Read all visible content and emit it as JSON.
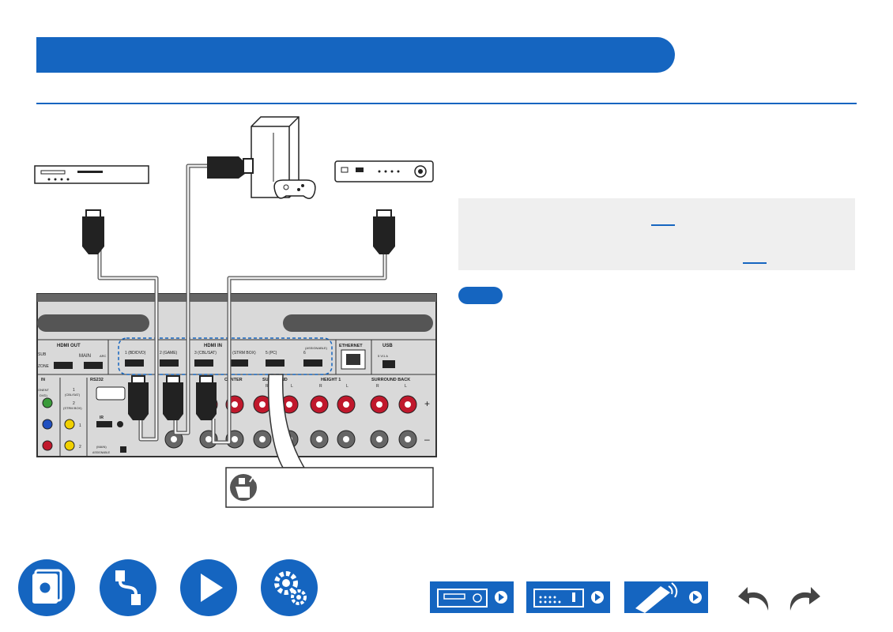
{
  "diagram": {
    "hdmi_out_label": "HDMI OUT",
    "hdmi_in_label": "HDMI IN",
    "assignable_label": "(ASSIGNABLE)",
    "ethernet_label": "ETHERNET",
    "usb_label": "USB",
    "usb_rating": "5 V/1 A",
    "main_label": "MAIN",
    "arc_label": "ARC",
    "sub_label": "SUB",
    "zone_label": "ZONE",
    "hdmi_in_ports": [
      "1 (BD/DVD)",
      "2 (GAME)",
      "3 (CBL/SAT)",
      "4 (STRM BOX)",
      "5 (PC)",
      "6"
    ],
    "rs232_label": "RS232",
    "ir_label": "IR",
    "in_label": "IN",
    "component_label": "ONENT",
    "component_sub": "DVD)",
    "component_in1": "1",
    "component_in1_sub": "(CBL/SAT)",
    "component_in2": "2",
    "component_in2_sub": "(STRM BOX)",
    "jack1": "1",
    "jack2": "2",
    "main_assignable": "(MAIN)",
    "main_assignable_sub": "ASSIGNABLE",
    "center_label": "CENTER",
    "surround_label": "SURROUND",
    "height1_label": "HEIGHT 1",
    "surround_back_label": "SURROUND BACK",
    "r_label": "R",
    "l_label": "L",
    "plus_label": "+",
    "minus_label": "–"
  },
  "colors": {
    "brand": "#1565c0",
    "info_bg": "#efefef",
    "speaker_red": "#c0182c"
  },
  "nav_icons": [
    "manual-book-icon",
    "connection-cable-icon",
    "play-icon",
    "settings-gears-icon"
  ],
  "page_buttons": [
    "front-panel-icon",
    "rear-panel-icon",
    "remote-control-icon"
  ],
  "arrows": [
    "undo-arrow-icon",
    "redo-arrow-icon"
  ]
}
